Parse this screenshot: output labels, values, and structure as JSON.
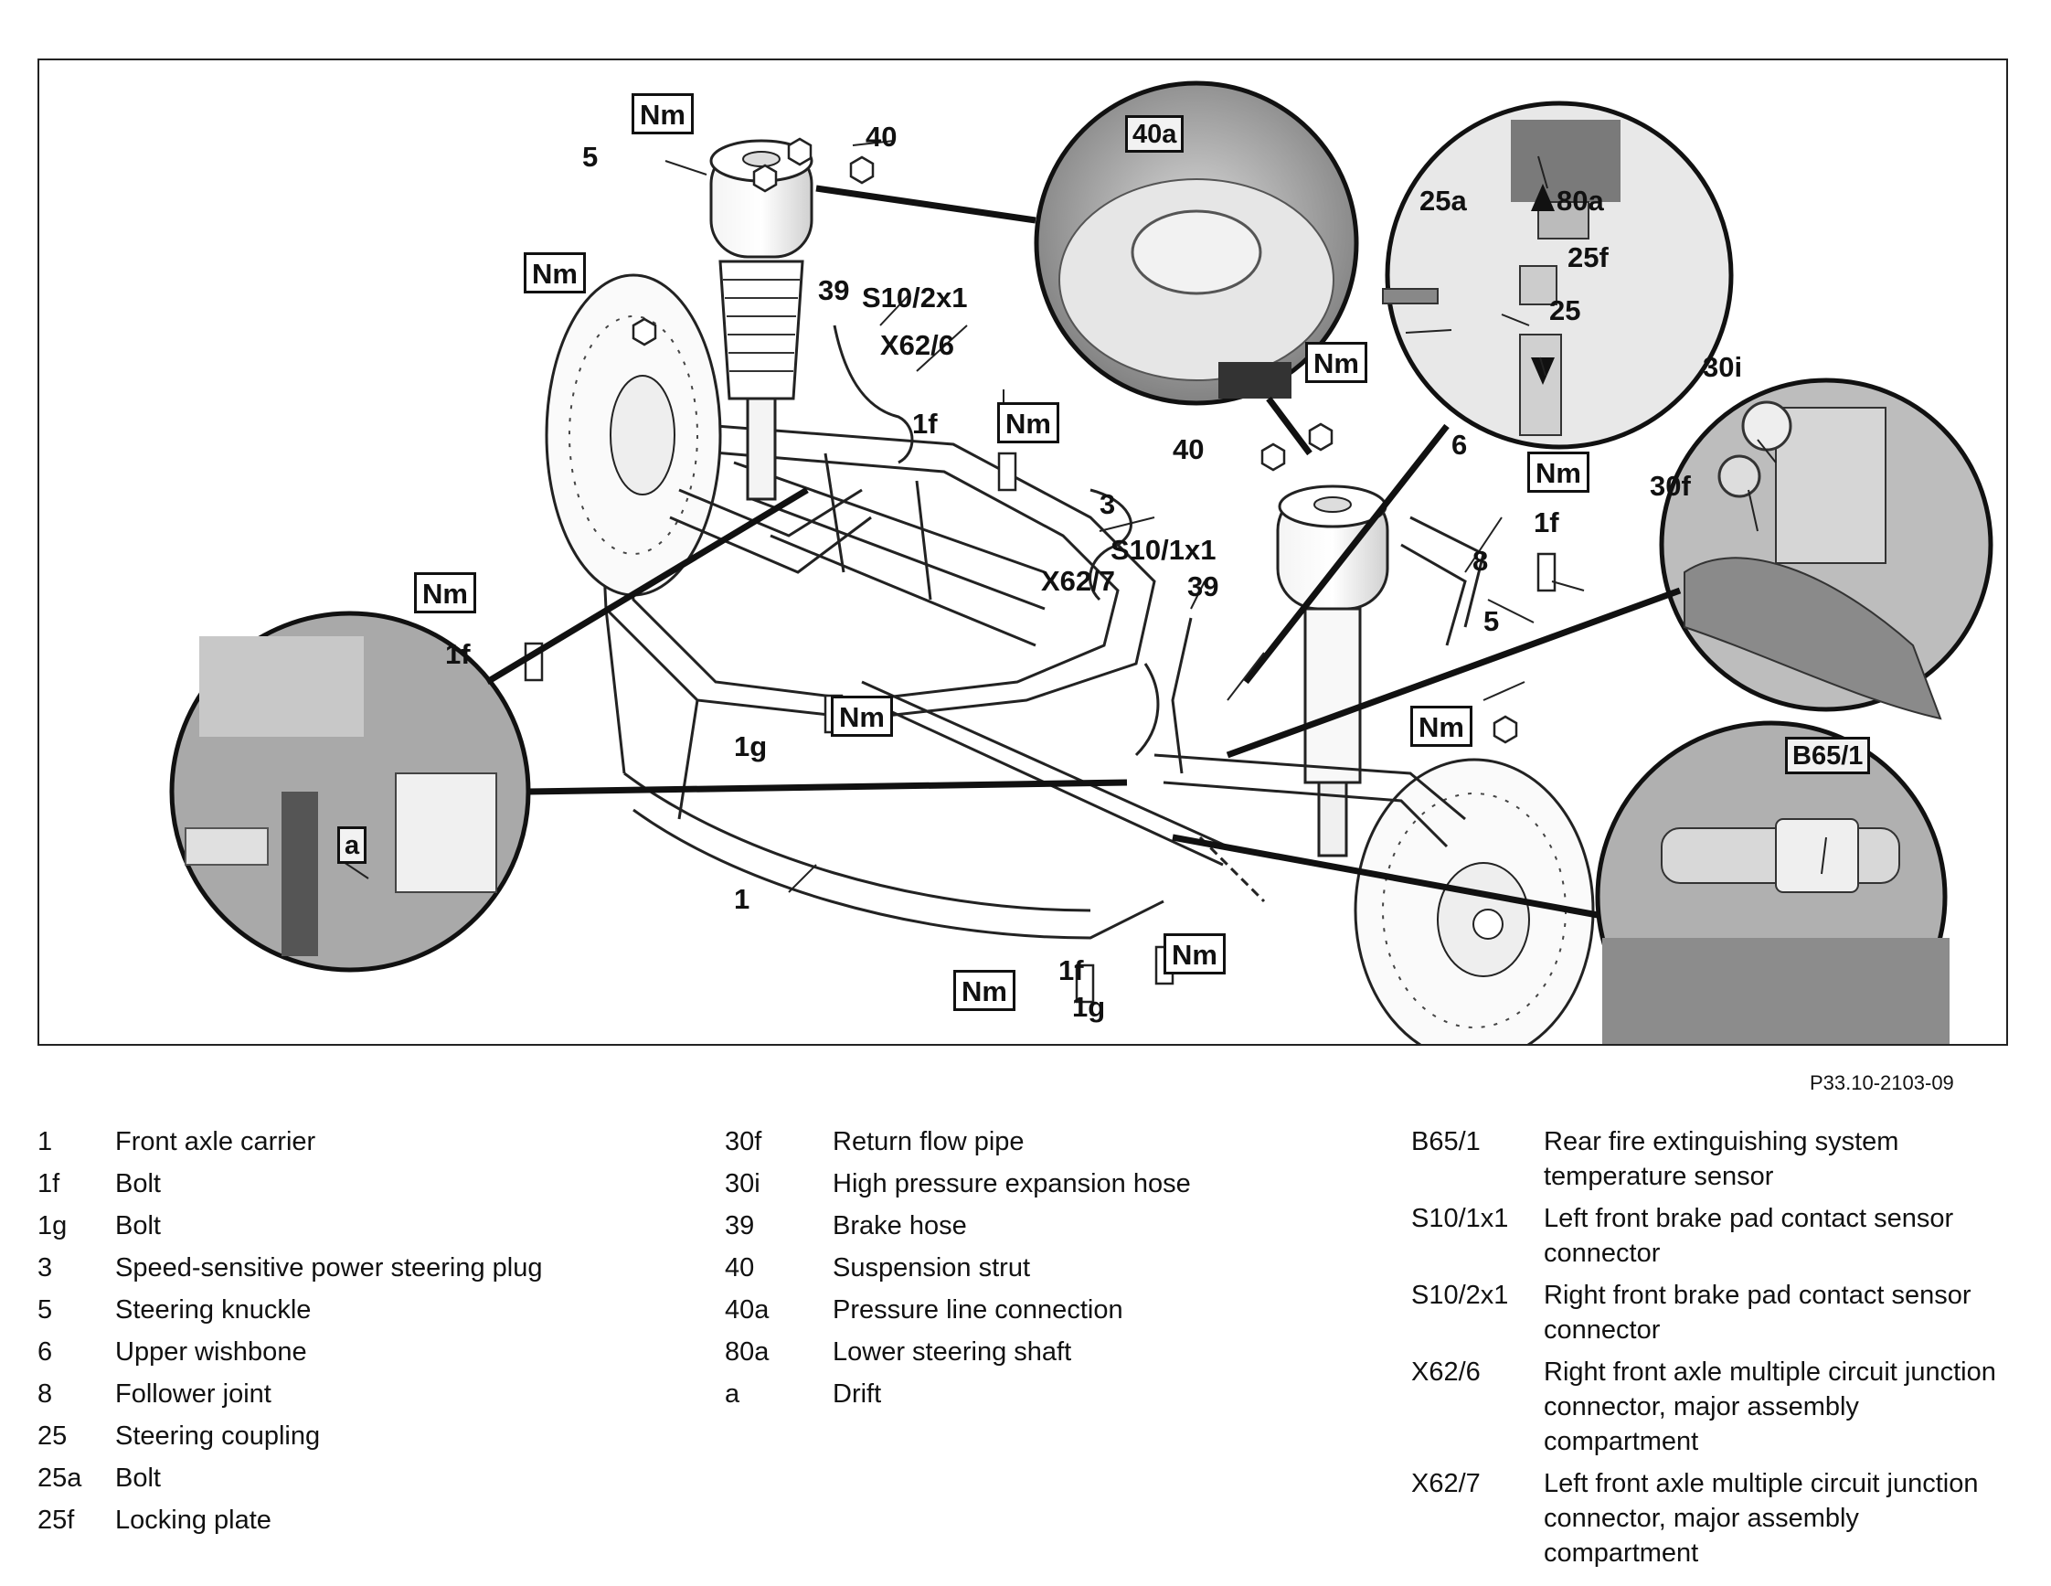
{
  "figure": {
    "reference": "P33.10-2103-09",
    "nm_label": "Nm",
    "callouts": {
      "c40_top": "40",
      "c5_top": "5",
      "c39_left": "39",
      "c_s10_2x1": "S10/2x1",
      "c_x62_6": "X62/6",
      "c1f_mid": "1f",
      "c3": "3",
      "c_s10_1x1": "S10/1x1",
      "c_x62_7": "X62/7",
      "c39_mid": "39",
      "c40_mid": "40",
      "c6": "6",
      "c1f_right": "1f",
      "c8": "8",
      "c5_right": "5",
      "c1f_left": "1f",
      "c1g_mid": "1g",
      "c1": "1",
      "c1f_bottom": "1f",
      "c1g_bottom": "1g",
      "c40a": "40a",
      "c25a": "25a",
      "c80a": "80a",
      "c25f": "25f",
      "c25": "25",
      "c30i": "30i",
      "c30f": "30f",
      "c_b65_1": "B65/1",
      "c_a": "a"
    }
  },
  "legend": {
    "col1": [
      {
        "code": "1",
        "desc": "Front axle carrier"
      },
      {
        "code": "1f",
        "desc": "Bolt"
      },
      {
        "code": "1g",
        "desc": "Bolt"
      },
      {
        "code": "3",
        "desc": "Speed-sensitive power steering plug"
      },
      {
        "code": "5",
        "desc": "Steering knuckle"
      },
      {
        "code": "6",
        "desc": "Upper wishbone"
      },
      {
        "code": "8",
        "desc": "Follower joint"
      },
      {
        "code": "25",
        "desc": "Steering coupling"
      },
      {
        "code": "25a",
        "desc": "Bolt"
      },
      {
        "code": "25f",
        "desc": "Locking plate"
      }
    ],
    "col2": [
      {
        "code": "30f",
        "desc": "Return flow pipe"
      },
      {
        "code": "30i",
        "desc": "High pressure expansion hose"
      },
      {
        "code": "39",
        "desc": "Brake hose"
      },
      {
        "code": "40",
        "desc": "Suspension strut"
      },
      {
        "code": "40a",
        "desc": "Pressure line connection"
      },
      {
        "code": "80a",
        "desc": "Lower steering shaft"
      },
      {
        "code": "a",
        "desc": "Drift"
      }
    ],
    "col3": [
      {
        "code": "B65/1",
        "desc": "Rear fire extinguishing system temperature sensor"
      },
      {
        "code": "S10/1x1",
        "desc": "Left front brake pad contact sensor connector"
      },
      {
        "code": "S10/2x1",
        "desc": "Right front brake pad contact sensor connector"
      },
      {
        "code": "X62/6",
        "desc": "Right front axle multiple circuit junction connector, major assembly compartment"
      },
      {
        "code": "X62/7",
        "desc": "Left front axle multiple circuit junction connector, major assembly compartment"
      }
    ]
  }
}
